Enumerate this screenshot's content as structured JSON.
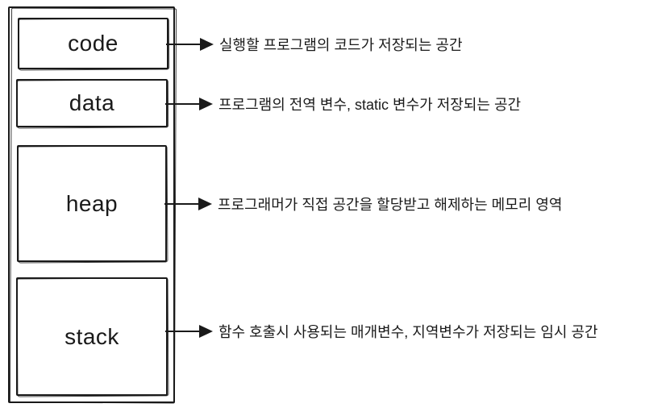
{
  "diagram": {
    "type": "memory-layout",
    "colors": {
      "stroke": "#1a1a1a",
      "background": "#ffffff"
    },
    "memory_sections": [
      {
        "label": "code",
        "description": "실행할 프로그램의 코드가 저장되는 공간"
      },
      {
        "label": "data",
        "description": "프로그램의 전역 변수, static 변수가 저장되는 공간"
      },
      {
        "label": "heap",
        "description": "프로그래머가 직접 공간을 할당받고 해제하는 메모리 영역"
      },
      {
        "label": "stack",
        "description": "함수 호출시 사용되는 매개변수, 지역변수가 저장되는 임시 공간"
      }
    ]
  }
}
